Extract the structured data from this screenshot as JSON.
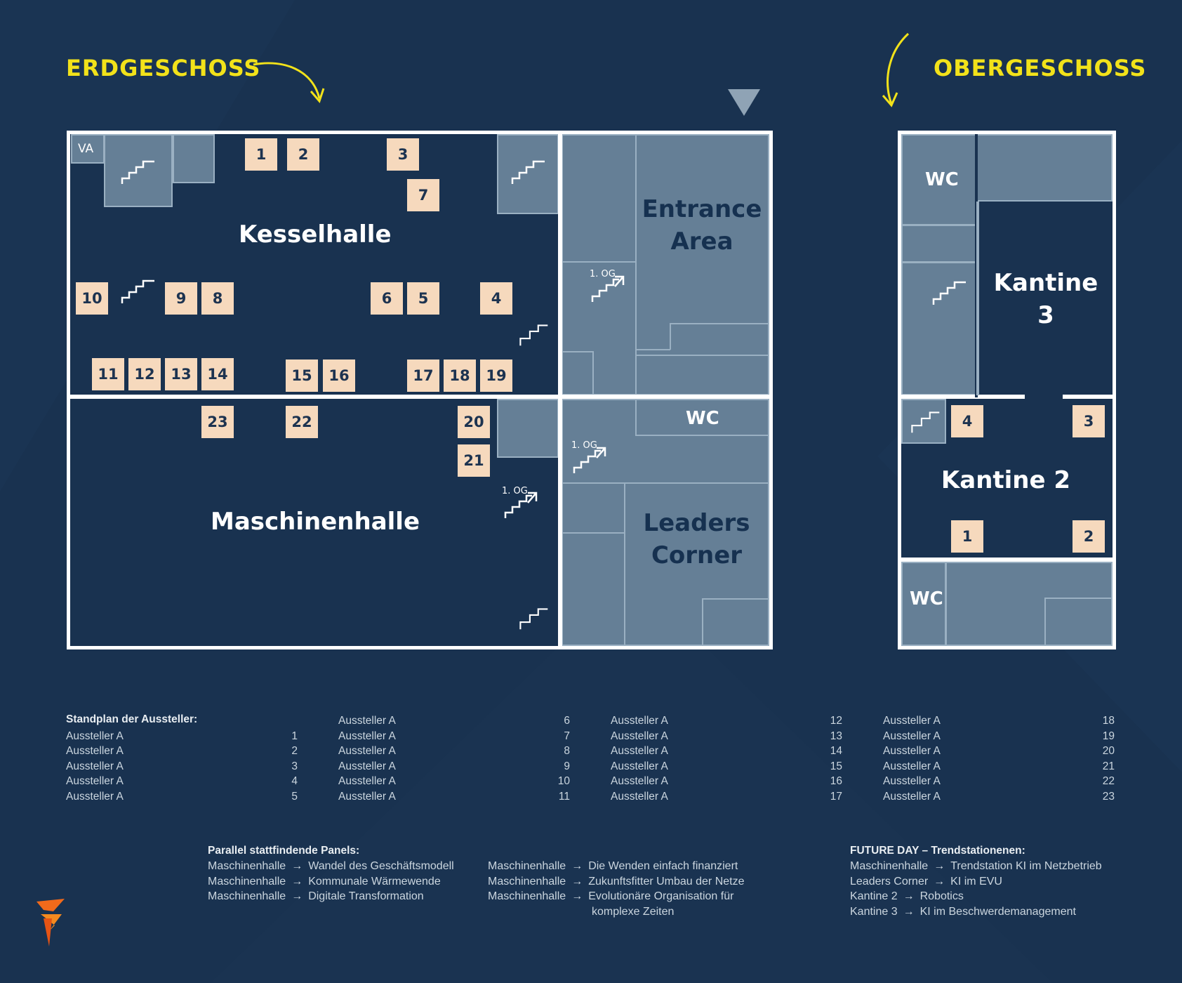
{
  "floors": {
    "ground": "ERDGESCHOSS",
    "upper": "OBERGESCHOSS"
  },
  "rooms": {
    "kesselhalle": "Kesselhalle",
    "maschinenhalle": "Maschinenhalle",
    "entrance_line1": "Entrance",
    "entrance_line2": "Area",
    "leaders_line1": "Leaders",
    "leaders_line2": "Corner",
    "kantine3_line1": "Kantine",
    "kantine3_line2": "3",
    "kantine2": "Kantine 2",
    "wc": "WC",
    "va": "VA",
    "og": "1. OG"
  },
  "booths": {
    "b1": "1",
    "b2": "2",
    "b3": "3",
    "b4": "4",
    "b5": "5",
    "b6": "6",
    "b7": "7",
    "b8": "8",
    "b9": "9",
    "b10": "10",
    "b11": "11",
    "b12": "12",
    "b13": "13",
    "b14": "14",
    "b15": "15",
    "b16": "16",
    "b17": "17",
    "b18": "18",
    "b19": "19",
    "b20": "20",
    "b21": "21",
    "b22": "22",
    "b23": "23"
  },
  "upper_booths": {
    "u1": "1",
    "u2": "2",
    "u3": "3",
    "u4": "4"
  },
  "exhibitors": {
    "title": "Standplan der Aussteller:",
    "columns": [
      [
        {
          "name": "Aussteller A",
          "num": "1"
        },
        {
          "name": "Aussteller A",
          "num": "2"
        },
        {
          "name": "Aussteller A",
          "num": "3"
        },
        {
          "name": "Aussteller A",
          "num": "4"
        },
        {
          "name": "Aussteller A",
          "num": "5"
        }
      ],
      [
        {
          "name": "Aussteller A",
          "num": "6"
        },
        {
          "name": "Aussteller A",
          "num": "7"
        },
        {
          "name": "Aussteller A",
          "num": "8"
        },
        {
          "name": "Aussteller A",
          "num": "9"
        },
        {
          "name": "Aussteller A",
          "num": "10"
        },
        {
          "name": "Aussteller A",
          "num": "11"
        }
      ],
      [
        {
          "name": "Aussteller A",
          "num": "12"
        },
        {
          "name": "Aussteller A",
          "num": "13"
        },
        {
          "name": "Aussteller A",
          "num": "14"
        },
        {
          "name": "Aussteller A",
          "num": "15"
        },
        {
          "name": "Aussteller A",
          "num": "16"
        },
        {
          "name": "Aussteller A",
          "num": "17"
        }
      ],
      [
        {
          "name": "Aussteller A",
          "num": "18"
        },
        {
          "name": "Aussteller A",
          "num": "19"
        },
        {
          "name": "Aussteller A",
          "num": "20"
        },
        {
          "name": "Aussteller A",
          "num": "21"
        },
        {
          "name": "Aussteller A",
          "num": "22"
        },
        {
          "name": "Aussteller A",
          "num": "23"
        }
      ]
    ]
  },
  "panels": {
    "title": "Parallel stattfindende Panels:",
    "arrow": "→",
    "col1": [
      {
        "place": "Maschinenhalle",
        "topic": "Wandel des Geschäftsmodell"
      },
      {
        "place": "Maschinenhalle",
        "topic": "Kommunale Wärmewende"
      },
      {
        "place": "Maschinenhalle",
        "topic": "Digitale Transformation"
      }
    ],
    "col2": [
      {
        "place": "Maschinenhalle",
        "topic": "Die Wenden einfach finanziert"
      },
      {
        "place": "Maschinenhalle",
        "topic": "Zukunftsfitter Umbau der Netze"
      },
      {
        "place": "Maschinenhalle",
        "topic": "Evolutionäre Organisation für"
      }
    ],
    "col2_continuation": "komplexe Zeiten"
  },
  "future_day": {
    "title": "FUTURE DAY – Trendstationenen:",
    "arrow": "→",
    "items": [
      {
        "place": "Maschinenhalle",
        "topic": "Trendstation KI im Netzbetrieb"
      },
      {
        "place": "Leaders Corner",
        "topic": "KI im EVU"
      },
      {
        "place": "Kantine 2",
        "topic": "Robotics"
      },
      {
        "place": "Kantine 3",
        "topic": "KI im Beschwerdemanagement"
      }
    ]
  },
  "colors": {
    "background": "#193250",
    "accent_yellow": "#f2e21a",
    "booth": "#f6d9bd",
    "room_light": "#657f96",
    "logo_orange": "#f26a1b"
  }
}
